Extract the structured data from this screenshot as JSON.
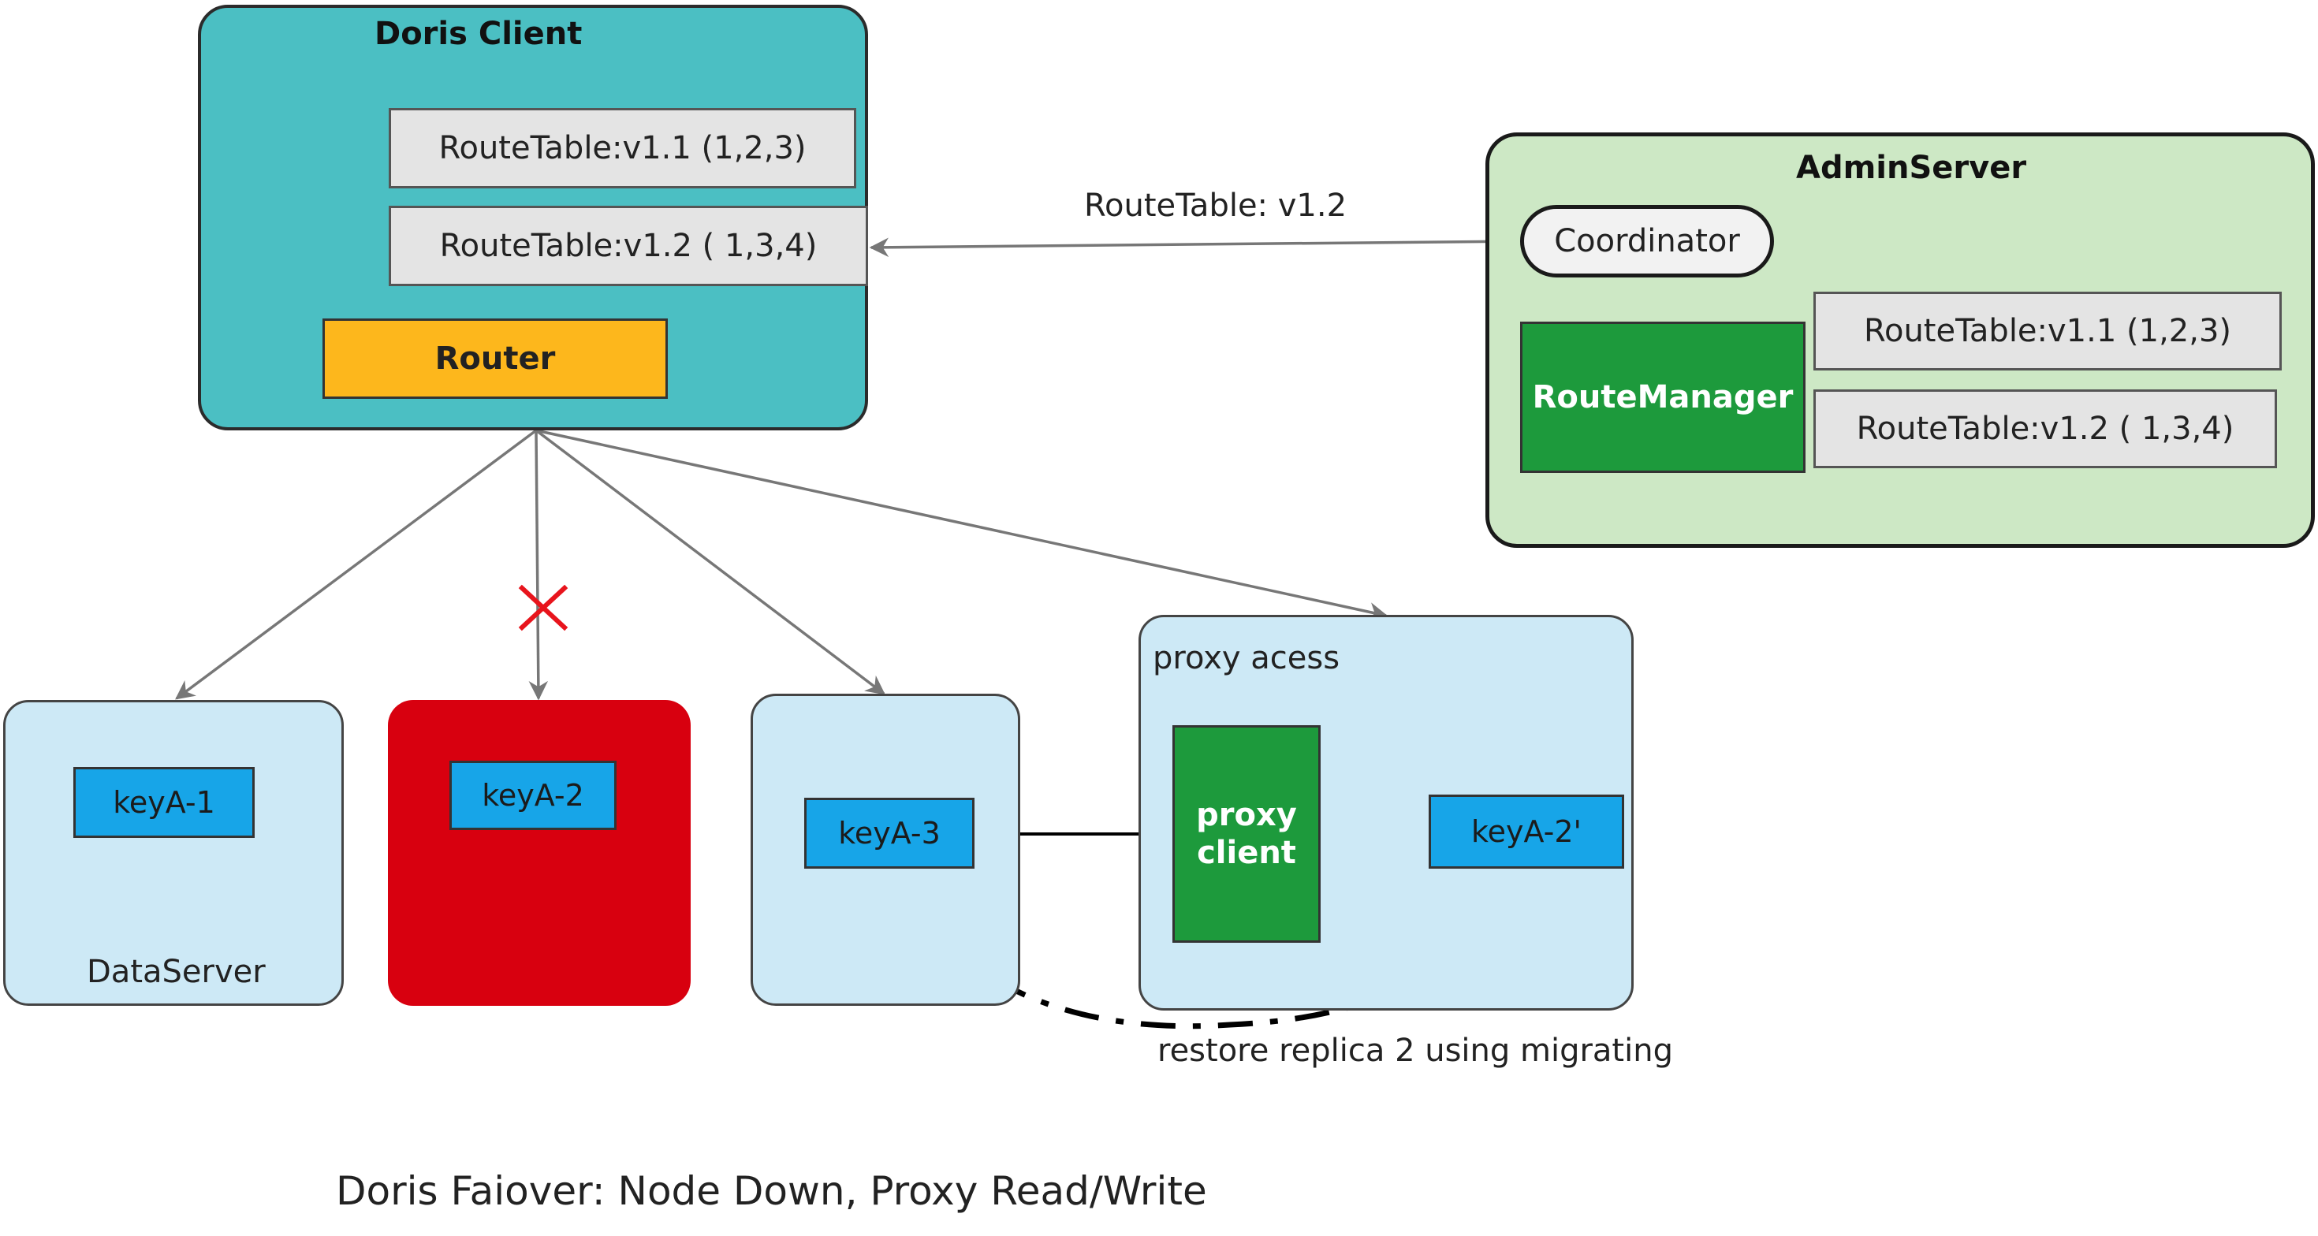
{
  "client": {
    "title": "Doris Client",
    "route_table_1": "RouteTable:v1.1 (1,2,3)",
    "route_table_2": "RouteTable:v1.2 ( 1,3,4)",
    "router": "Router"
  },
  "admin": {
    "title": "AdminServer",
    "coordinator": "Coordinator",
    "route_manager": "RouteManager",
    "route_table_1": "RouteTable:v1.1 (1,2,3)",
    "route_table_2": "RouteTable:v1.2 ( 1,3,4)"
  },
  "edge_label": "RouteTable: v1.2",
  "data_servers": {
    "ds1_key": "keyA-1",
    "ds1_label": "DataServer",
    "ds2_key": "keyA-2",
    "ds3_key": "keyA-3"
  },
  "proxy": {
    "label": "proxy acess",
    "client_line1": "proxy",
    "client_line2": "client",
    "migrated_key": "keyA-2'"
  },
  "migration_label": "restore replica 2  using migrating",
  "caption": "Doris Faiover: Node Down, Proxy Read/Write",
  "colors": {
    "client_bg": "#4bbfc3",
    "router": "#fdb71c",
    "admin_bg": "#cde8c5",
    "manager": "#1d9a3c",
    "dataserver_bg": "#cde9f6",
    "down_node": "#d8000f",
    "key": "#17a5e8",
    "failure_mark": "#e8141c"
  }
}
